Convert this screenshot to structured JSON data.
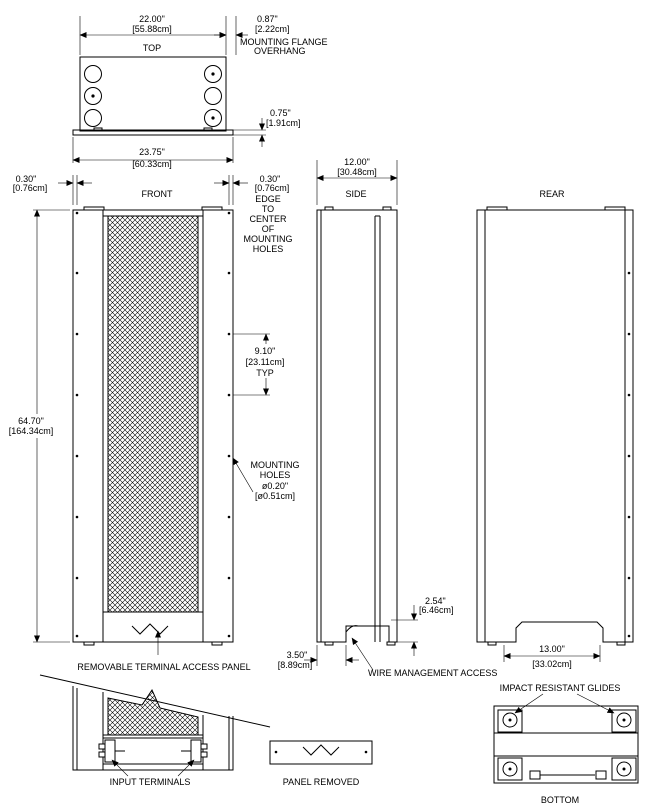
{
  "views": {
    "top": {
      "title": "TOP",
      "width_in": "22.00\"",
      "width_cm": "[55.88cm]",
      "flange_in": "0.87\"",
      "flange_cm": "[2.22cm]",
      "flange_label_1": "MOUNTING FLANGE",
      "flange_label_2": "OVERHANG",
      "flange_height_in": "0.75\"",
      "flange_height_cm": "[1.91cm]",
      "overall_in": "23.75\"",
      "overall_cm": "[60.33cm]"
    },
    "front": {
      "title": "FRONT",
      "left_edge_in": "0.30\"",
      "left_edge_cm": "[0.76cm]",
      "right_edge_in": "0.30\"",
      "right_edge_cm": "[0.76cm]",
      "edge_note": [
        "EDGE",
        "TO",
        "CENTER",
        "OF",
        "MOUNTING",
        "HOLES"
      ],
      "height_in": "64.70\"",
      "height_cm": "[164.34cm]",
      "spacing_in": "9.10\"",
      "spacing_cm": "[23.11cm]",
      "spacing_typ": "TYP",
      "holes_label": [
        "MOUNTING",
        "HOLES",
        "ø0.20\"",
        "[ø0.51cm]"
      ],
      "panel_label": "REMOVABLE TERMINAL ACCESS PANEL"
    },
    "side": {
      "title": "SIDE",
      "depth_in": "12.00\"",
      "depth_cm": "[30.48cm]",
      "notch_height_in": "2.54\"",
      "notch_height_cm": "[6.46cm]",
      "notch_offset_in": "3.50\"",
      "notch_offset_cm": "[8.89cm]",
      "wire_label": "WIRE MANAGEMENT ACCESS"
    },
    "rear": {
      "title": "REAR",
      "notch_width_in": "13.00\"",
      "notch_width_cm": "[33.02cm]"
    },
    "detail": {
      "terminals_label": "INPUT TERMINALS",
      "panel_removed_label": "PANEL REMOVED"
    },
    "bottom": {
      "title": "BOTTOM",
      "glides_label": "IMPACT RESISTANT GLIDES"
    }
  }
}
